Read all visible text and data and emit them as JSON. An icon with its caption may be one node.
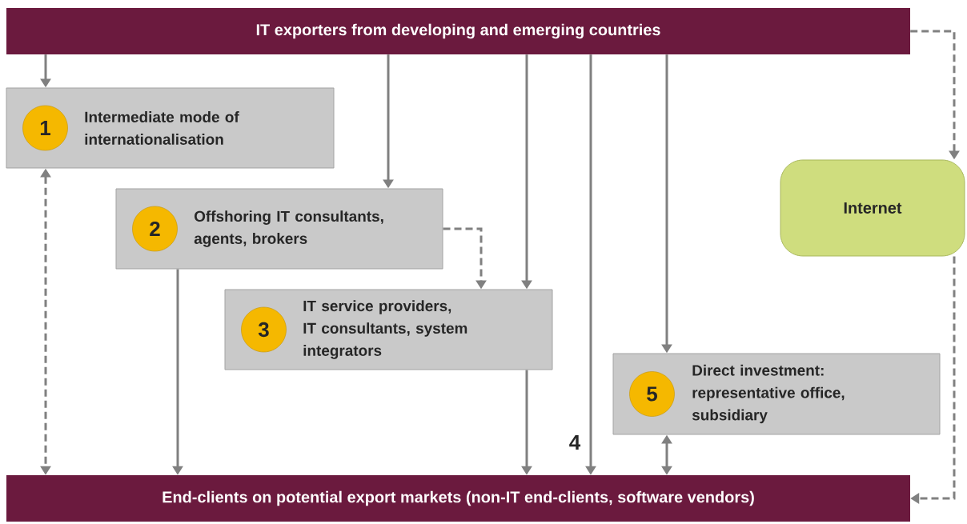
{
  "diagram": {
    "nodes": [
      {
        "text": [
          "IT exporters from developing and emerging countries"
        ]
      },
      {
        "text": [
          "Intermediate mode of internationalisation"
        ]
      },
      {
        "text": [
          "1"
        ],
        "in": 1
      },
      {
        "text": [
          "Offshoring IT consultants, agents, brokers"
        ]
      },
      {
        "text": [
          "2"
        ],
        "in": 3
      },
      {
        "text": [
          "IT service providers, IT consultants, system integrators"
        ]
      },
      {
        "text": [
          "3"
        ],
        "in": 5
      },
      {
        "text": [
          "Internet"
        ]
      },
      {
        "text": [
          "Direct investment: representative office, subsidiary"
        ]
      },
      {
        "text": [
          "5"
        ],
        "in": 8
      },
      {
        "text": [
          "End-clients on potential export markets (non-IT end-clients, software vendors)"
        ]
      }
    ],
    "edges": [
      {
        "from": 0,
        "to": 1,
        "arrow": "to"
      },
      {
        "from": 0,
        "to": 3,
        "arrow": "to"
      },
      {
        "from": 3,
        "to": 5,
        "arrow": "to",
        "style": "dashed"
      },
      {
        "from": 0,
        "to": 5,
        "arrow": "to"
      },
      {
        "from": 0,
        "to": 10,
        "arrow": "to",
        "label": "4"
      },
      {
        "from": 0,
        "to": 8,
        "arrow": "to"
      },
      {
        "from": 0,
        "to": 7,
        "arrow": "to",
        "style": "dashed"
      },
      {
        "from": 1,
        "to": 10,
        "arrow": "both",
        "style": "dashed"
      },
      {
        "from": 3,
        "to": 10,
        "arrow": "to"
      },
      {
        "from": 5,
        "to": 10,
        "arrow": "to"
      },
      {
        "from": 8,
        "to": 10,
        "arrow": "both"
      },
      {
        "from": 7,
        "to": 10,
        "arrow": "to",
        "style": "dashed"
      }
    ]
  }
}
